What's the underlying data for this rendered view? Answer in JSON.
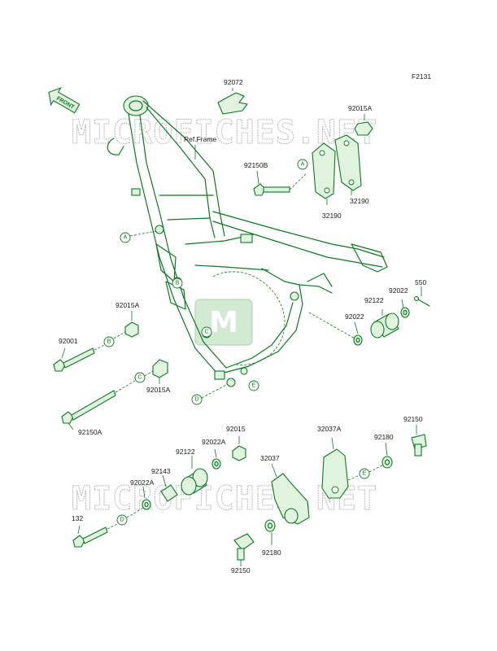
{
  "figure_code": "F2131",
  "watermark_text": "MICROFICHES.NET",
  "watermark_logo_letters": "M",
  "front_arrow_label": "FRONT",
  "ref_frame_label": "Ref.Frame",
  "part_labels": {
    "p92072": "92072",
    "p92015A_top": "92015A",
    "p92150B": "92150B",
    "p32190_right": "32190",
    "p32190_left": "32190",
    "p550": "550",
    "p92022_right": "92022",
    "p92122_right": "92122",
    "p92022_mid": "92022",
    "p92015A_left": "92015A",
    "p92001": "92001",
    "p92015A_lower": "92015A",
    "p92150A": "92150A",
    "p92015_bottom": "92015",
    "p92022A_upper": "92022A",
    "p92122_bottom": "92122",
    "p92143": "92143",
    "p92022A_lower": "92022A",
    "p132": "132",
    "p32037A": "32037A",
    "p92150_right": "92150",
    "p92180_upper": "92180",
    "p32037": "32037",
    "p92180_lower": "92180",
    "p92150_bottom": "92150"
  },
  "ref_letters": [
    "A",
    "B",
    "C",
    "D",
    "E"
  ],
  "colors": {
    "line": "#0b7a1f",
    "fill": "#dff3df",
    "text": "#1a1a1a",
    "watermark": "#b8b8b8"
  }
}
